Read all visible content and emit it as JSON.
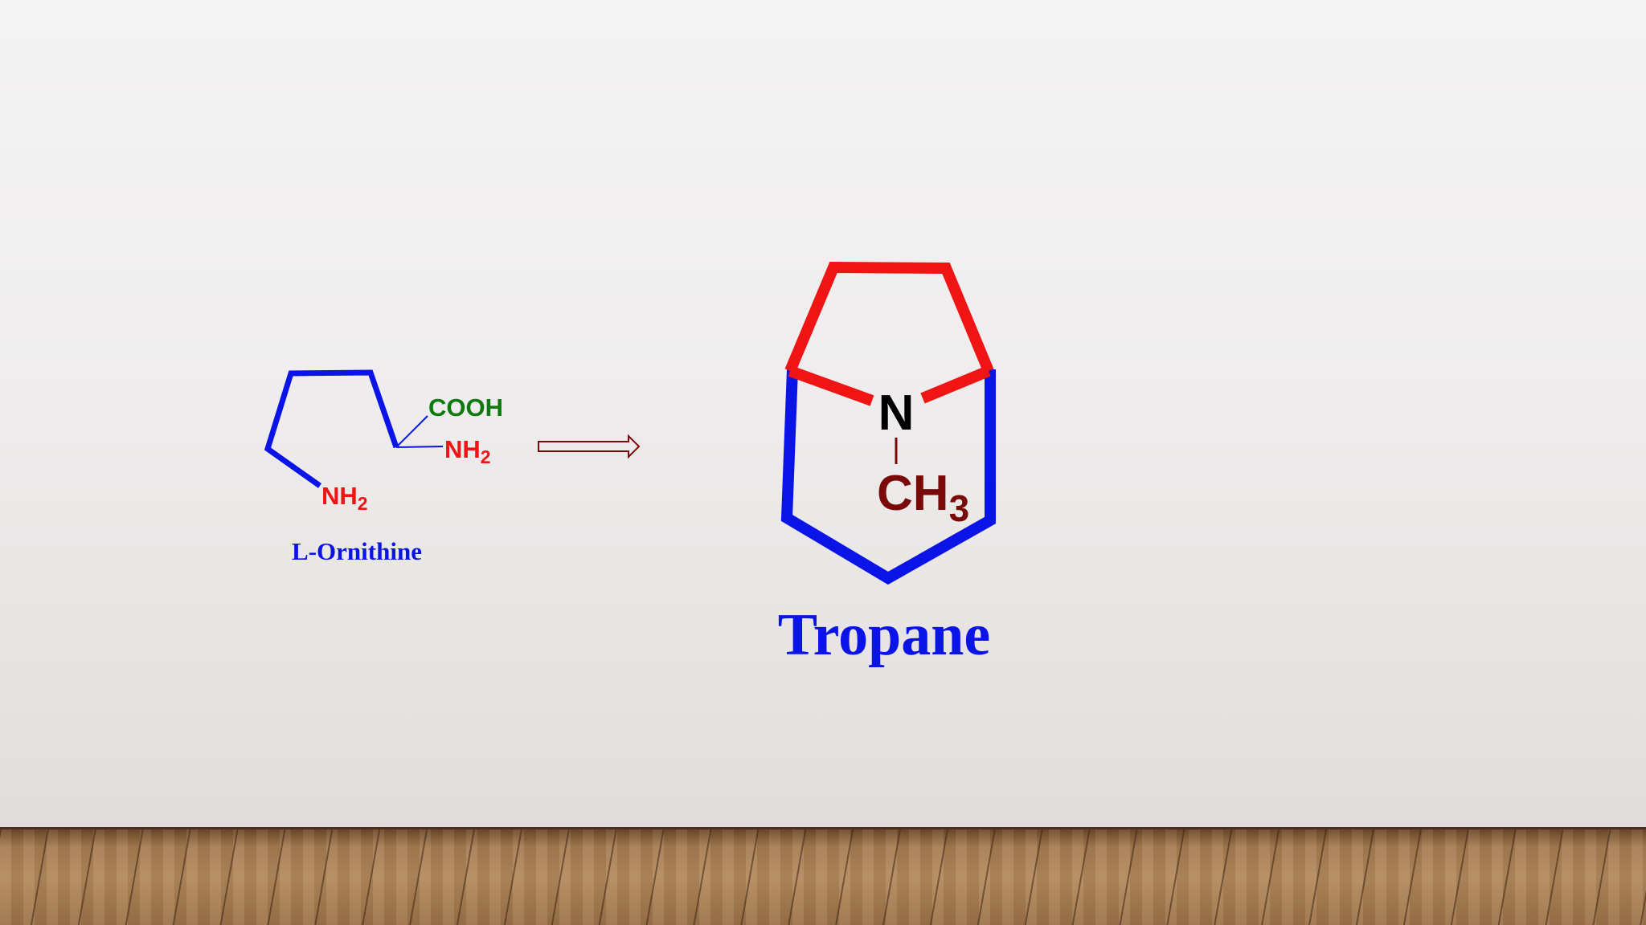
{
  "ornithine": {
    "name": "L-Ornithine",
    "cooh": "COOH",
    "nh2_alpha": {
      "main": "NH",
      "sub": "2"
    },
    "nh2_delta": {
      "main": "NH",
      "sub": "2"
    }
  },
  "tropane": {
    "name": "Tropane",
    "n_label": "N",
    "bond": "|",
    "methyl": {
      "main": "CH",
      "sub": "3"
    }
  },
  "colors": {
    "blue": "#0a14e6",
    "red": "#f01414",
    "green": "#0c7a0c",
    "dark_red": "#7a0a0a",
    "black": "#000000"
  }
}
